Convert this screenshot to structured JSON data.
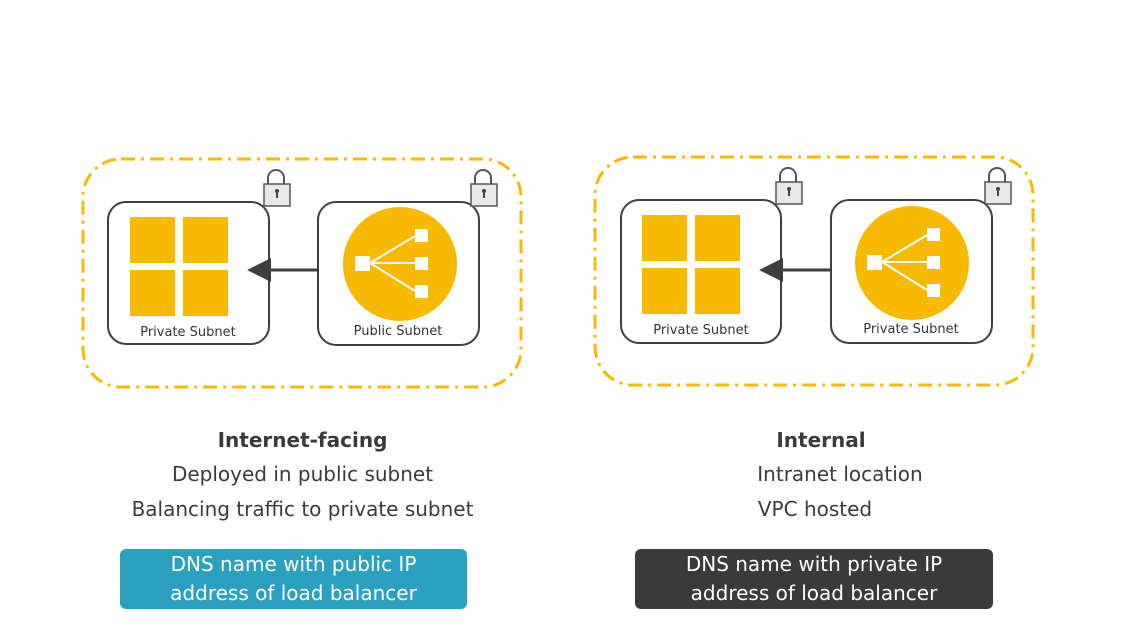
{
  "colors": {
    "accent_yellow": "#F7BA00",
    "border_dark": "#3f3f3f",
    "public_box": "#2CA0BF",
    "private_box": "#3A3A3A"
  },
  "icons": [
    "grid-icon",
    "load-balancer-icon",
    "padlock-icon",
    "arrow-left-icon"
  ],
  "left": {
    "subnet_a_label": "Private Subnet",
    "subnet_b_label": "Public Subnet",
    "heading": "Internet-facing",
    "lines": [
      "Deployed in public subnet",
      "Balancing traffic to private subnet"
    ],
    "dns_lines": [
      "DNS name with public IP",
      "address of load balancer"
    ]
  },
  "right": {
    "subnet_a_label": "Private Subnet",
    "subnet_b_label": "Private Subnet",
    "heading": "Internal",
    "lines": [
      "Intranet location",
      "VPC hosted"
    ],
    "dns_lines": [
      "DNS name with private IP",
      "address of load balancer"
    ]
  }
}
